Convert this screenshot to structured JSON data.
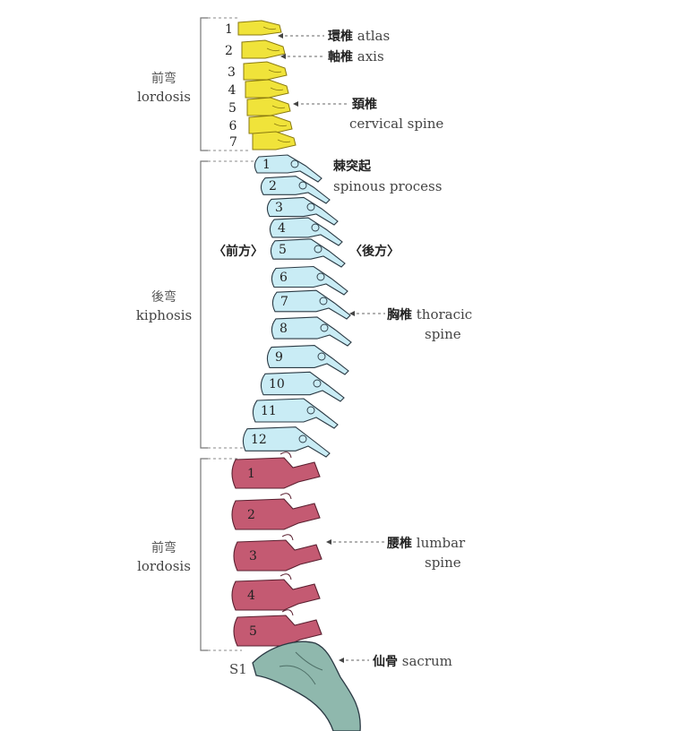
{
  "regions": {
    "cervical_curve": {
      "jp": "前弯",
      "en": "lordosis"
    },
    "thoracic_curve": {
      "jp": "後弯",
      "en": "kiphosis"
    },
    "lumbar_curve": {
      "jp": "前弯",
      "en": "lordosis"
    }
  },
  "directions": {
    "front": "〈前方〉",
    "back": "〈後方〉"
  },
  "labels": {
    "atlas": {
      "jp": "環椎",
      "en": "atlas"
    },
    "axis": {
      "jp": "軸椎",
      "en": "axis"
    },
    "cervical": {
      "jp": "頚椎",
      "en": "cervical spine"
    },
    "spinous": {
      "jp": "棘突起",
      "en": "spinous process"
    },
    "thoracic": {
      "jp": "胸椎",
      "en1": "thoracic",
      "en2": "spine"
    },
    "lumbar": {
      "jp": "腰椎",
      "en1": "lumbar",
      "en2": "spine"
    },
    "sacrum": {
      "jp": "仙骨",
      "en": "sacrum"
    },
    "s1": "S1"
  },
  "cervical_numbers": [
    "1",
    "2",
    "3",
    "4",
    "5",
    "6",
    "7"
  ],
  "thoracic_numbers": [
    "1",
    "2",
    "3",
    "4",
    "5",
    "6",
    "7",
    "8",
    "9",
    "10",
    "11",
    "12"
  ],
  "lumbar_numbers": [
    "1",
    "2",
    "3",
    "4",
    "5"
  ],
  "colors": {
    "cervical": "#f0e33a",
    "thoracic": "#c9ecf5",
    "lumbar": "#c45a72",
    "sacrum": "#8fb8ad",
    "outline": "#2b3a44"
  }
}
